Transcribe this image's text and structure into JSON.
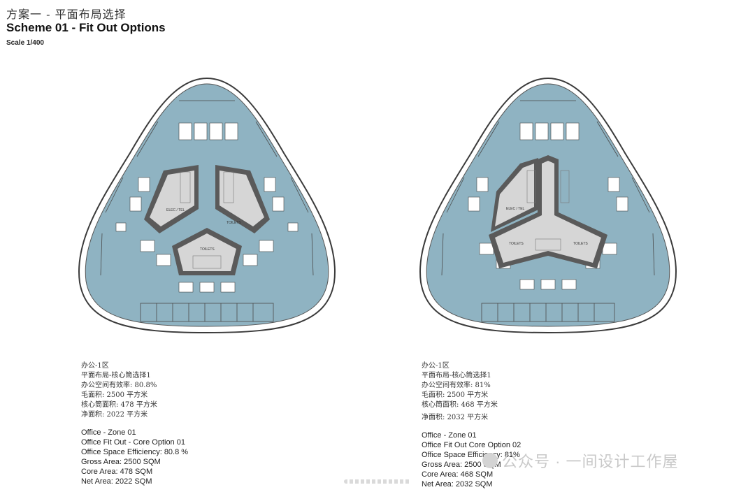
{
  "header": {
    "title_cn": "方案一 - 平面布局选择",
    "title_en": "Scheme 01 - Fit Out Options",
    "scale": "Scale 1/400"
  },
  "plans": [
    {
      "labels": {
        "elec": "ELEC / TEL",
        "toilets_a": "TOILETS",
        "toilets_b": "TOILETS"
      },
      "info_cn": [
        "办公-1区",
        "平面布局-核心筒选择1",
        "办公空间有效率: 80.8%",
        "毛面积: 2500 平方米",
        "核心筒面积: 478 平方米",
        "净面积: 2022 平方米"
      ],
      "info_en": [
        "Office - Zone 01",
        "Office Fit Out - Core Option 01",
        "Office Space Efficiency: 80.8 %",
        "Gross Area: 2500 SQM",
        "Core Area: 478 SQM",
        "Net Area: 2022 SQM"
      ]
    },
    {
      "labels": {
        "elec": "ELEC / TEL",
        "toilets_a": "TOILETS",
        "toilets_b": "TOILETS"
      },
      "info_cn": [
        "办公-1区",
        "平面布局-核心筒选择1",
        "办公空间有效率: 81%",
        "毛面积: 2500 平方米",
        "核心筒面积: 468 平方米",
        "净面积: 2032 平方米"
      ],
      "info_en": [
        "Office - Zone 01",
        "Office Fit Out Core Option 02",
        "Office Space Efficiency: 81%",
        "Gross Area: 2500 SQM",
        "Core Area: 468 SQM",
        "Net Area: 2032 SQM"
      ]
    }
  ],
  "watermark": "公众号 · 一间设计工作屋",
  "colors": {
    "floor": "#8fb3c2",
    "core": "#d6d6d6",
    "wall": "#5a5a5a",
    "outline": "#3b3b3b"
  }
}
